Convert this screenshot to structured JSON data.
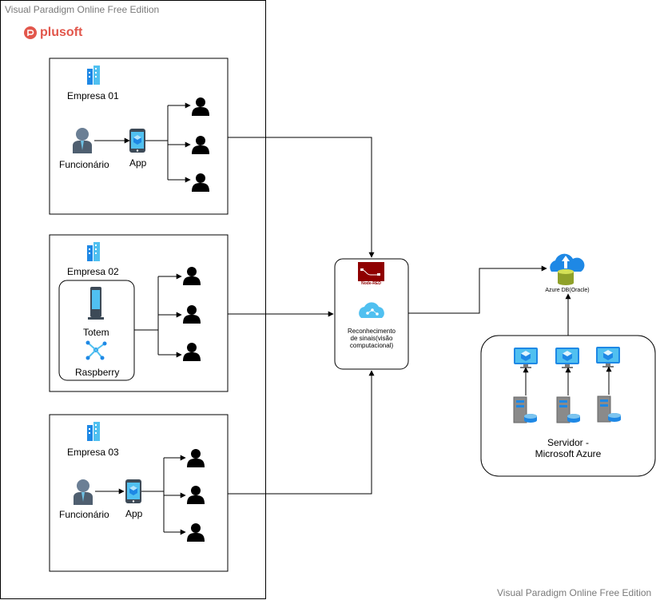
{
  "watermarks": {
    "top_left": "Visual Paradigm Online Free Edition",
    "bottom_right": "Visual Paradigm Online Free Edition"
  },
  "brand": {
    "name": "plusoft",
    "color": "#e2574c"
  },
  "company1": {
    "title": "Empresa 01",
    "employee_label": "Funcionário",
    "app_label": "App"
  },
  "company2": {
    "title": "Empresa 02",
    "totem_label": "Totem",
    "raspberry_label": "Raspberry"
  },
  "company3": {
    "title": "Empresa 03",
    "employee_label": "Funcionário",
    "app_label": "App"
  },
  "processing": {
    "nodered_label": "Node-RED",
    "recognition_label": "Reconhecimento\nde sinais(visão\ncomputacional)"
  },
  "azure_db": {
    "label": "Azure DB(Oracle)"
  },
  "server": {
    "label": "Servidor -\nMicrosoft Azure"
  },
  "colors": {
    "azure_blue": "#1e88e5",
    "azure_light": "#50c0f0",
    "nodered": "#8f0000",
    "gray": "#5a5a5a"
  },
  "icons": [
    "building-icon",
    "employee-icon",
    "phone-app-icon",
    "user-icon",
    "totem-icon",
    "raspberry-icon",
    "nodered-icon",
    "cognitive-icon",
    "database-icon",
    "vm-icon",
    "server-icon"
  ]
}
